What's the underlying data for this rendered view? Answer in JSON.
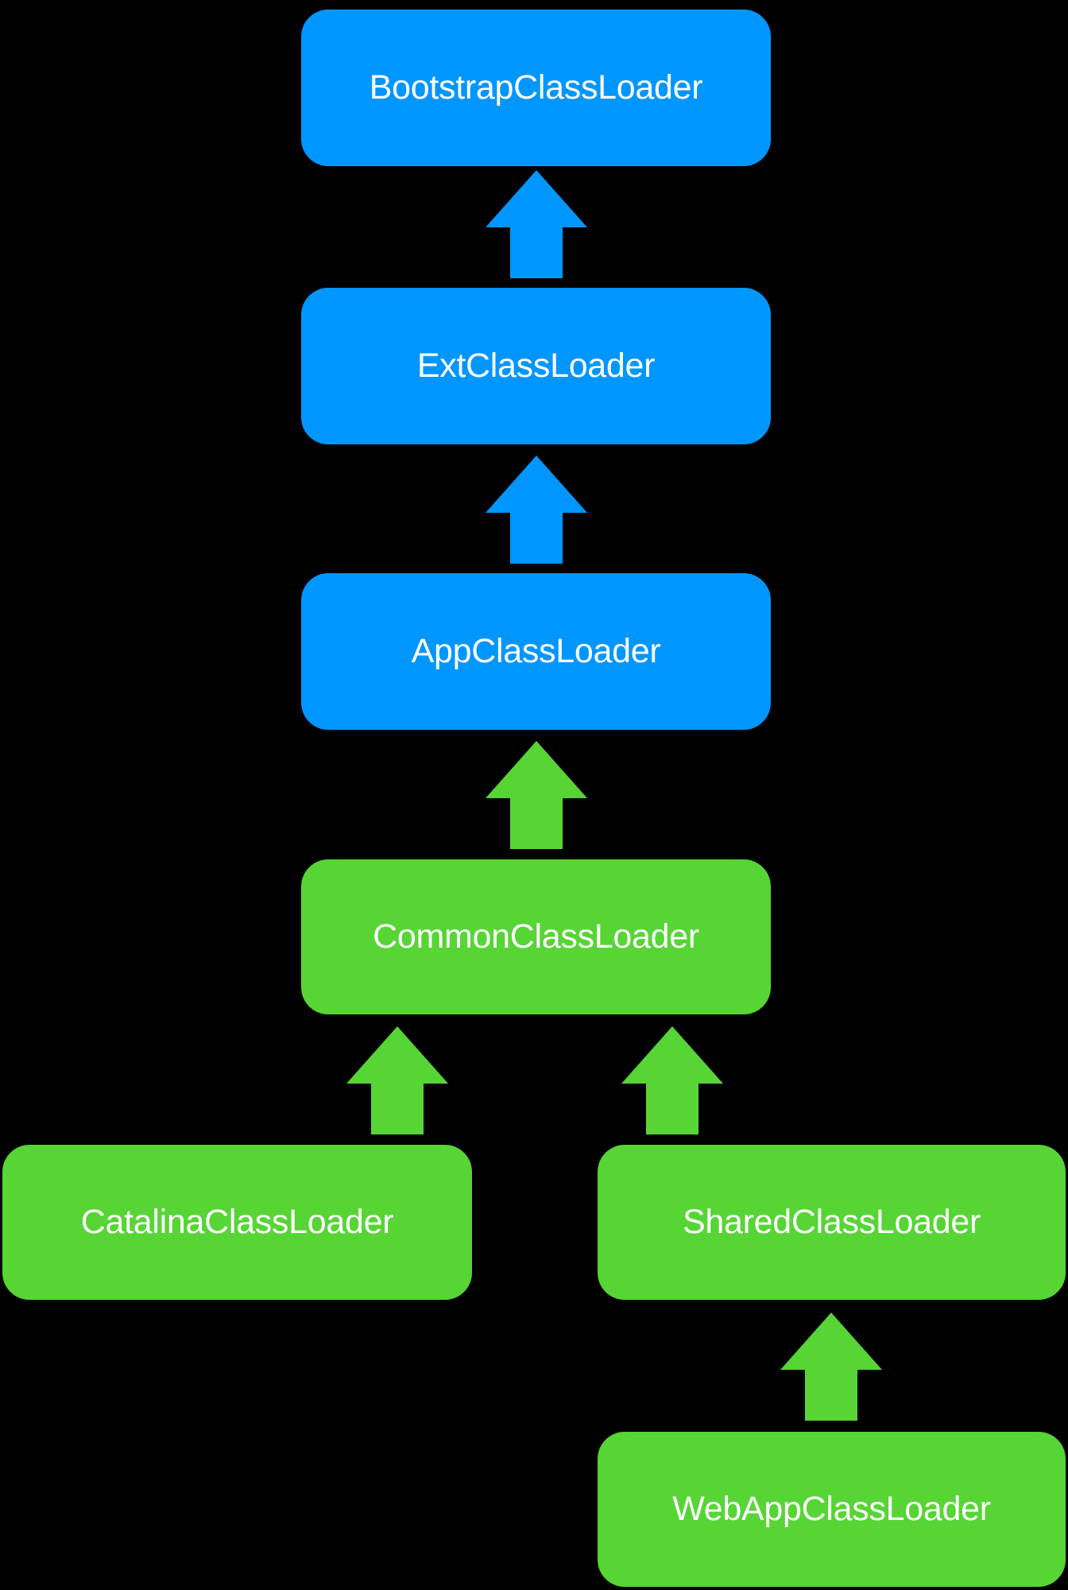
{
  "colors": {
    "background": "#000000",
    "jvm_loader": "#0096ff",
    "tomcat_loader": "#56d535",
    "label_text": "#ffffff"
  },
  "nodes": {
    "bootstrap": {
      "label": "BootstrapClassLoader"
    },
    "ext": {
      "label": "ExtClassLoader"
    },
    "app": {
      "label": "AppClassLoader"
    },
    "common": {
      "label": "CommonClassLoader"
    },
    "catalina": {
      "label": "CatalinaClassLoader"
    },
    "shared": {
      "label": "SharedClassLoader"
    },
    "webapp": {
      "label": "WebAppClassLoader"
    }
  },
  "edges": [
    {
      "from": "ext",
      "to": "bootstrap",
      "icon": "up-arrow-icon"
    },
    {
      "from": "app",
      "to": "ext",
      "icon": "up-arrow-icon"
    },
    {
      "from": "common",
      "to": "app",
      "icon": "up-arrow-icon"
    },
    {
      "from": "catalina",
      "to": "common",
      "icon": "up-arrow-icon"
    },
    {
      "from": "shared",
      "to": "common",
      "icon": "up-arrow-icon"
    },
    {
      "from": "webapp",
      "to": "shared",
      "icon": "up-arrow-icon"
    }
  ]
}
